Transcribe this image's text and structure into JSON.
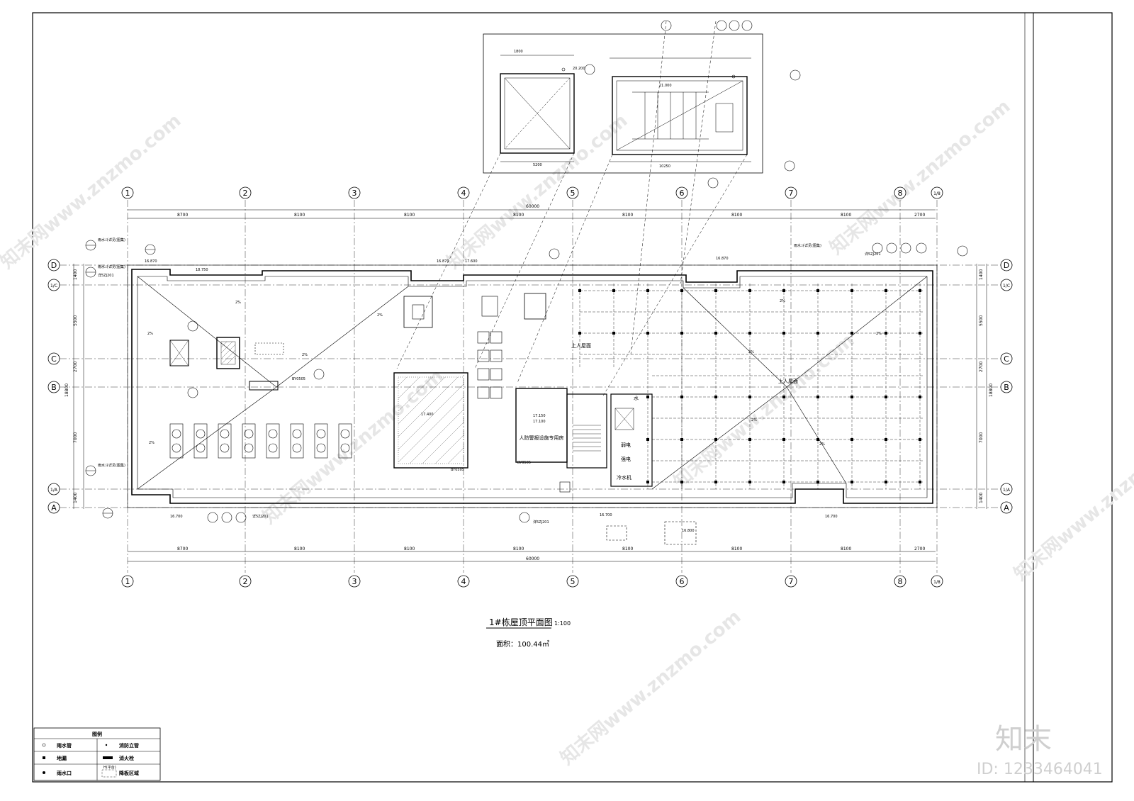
{
  "drawing": {
    "title": "1#栋屋顶平面图",
    "scale": "1:100",
    "area": "面积：100.44㎡"
  },
  "axes_h": [
    "1",
    "2",
    "3",
    "4",
    "5",
    "6",
    "7",
    "8",
    "1/8"
  ],
  "axes_v": [
    "D",
    "1/C",
    "C",
    "B",
    "1/A",
    "A"
  ],
  "dims": {
    "spans": [
      "8700",
      "8100",
      "8100",
      "8100",
      "8100",
      "8100",
      "8100",
      "2700"
    ],
    "total": "60000",
    "rows": [
      "1400",
      "5500",
      "2700",
      "7000",
      "1400"
    ],
    "row_total": "18800"
  },
  "rooms": {
    "hvac_room": "人防警报设施专用房",
    "roof_access_1": "上人屋面",
    "roof_access_2": "上人屋面",
    "water": "水",
    "weak": "弱电",
    "strong": "强电",
    "cold": "冷水机",
    "codes": [
      "BY0505",
      "BY0505",
      "BY0505"
    ]
  },
  "elevations": [
    "16.870",
    "18.750",
    "17.600",
    "17.150",
    "17.100",
    "17.400",
    "16.800",
    "20.200",
    "21.000",
    "16.700"
  ],
  "labels": {
    "slope": "2%",
    "rain_pipe_1": "雨水斗详见(图集)",
    "ref_pipe": "详5ZJ201"
  },
  "legend": {
    "title": "图例",
    "items": [
      [
        "雨水管",
        "消防立管"
      ],
      [
        "地漏",
        "消火栓"
      ],
      [
        "雨水口",
        "降板区域"
      ]
    ],
    "note": "H(平台)"
  },
  "watermark": {
    "site": "知末网www.znzmo.com",
    "brand": "知末",
    "id": "ID: 1233464041"
  }
}
